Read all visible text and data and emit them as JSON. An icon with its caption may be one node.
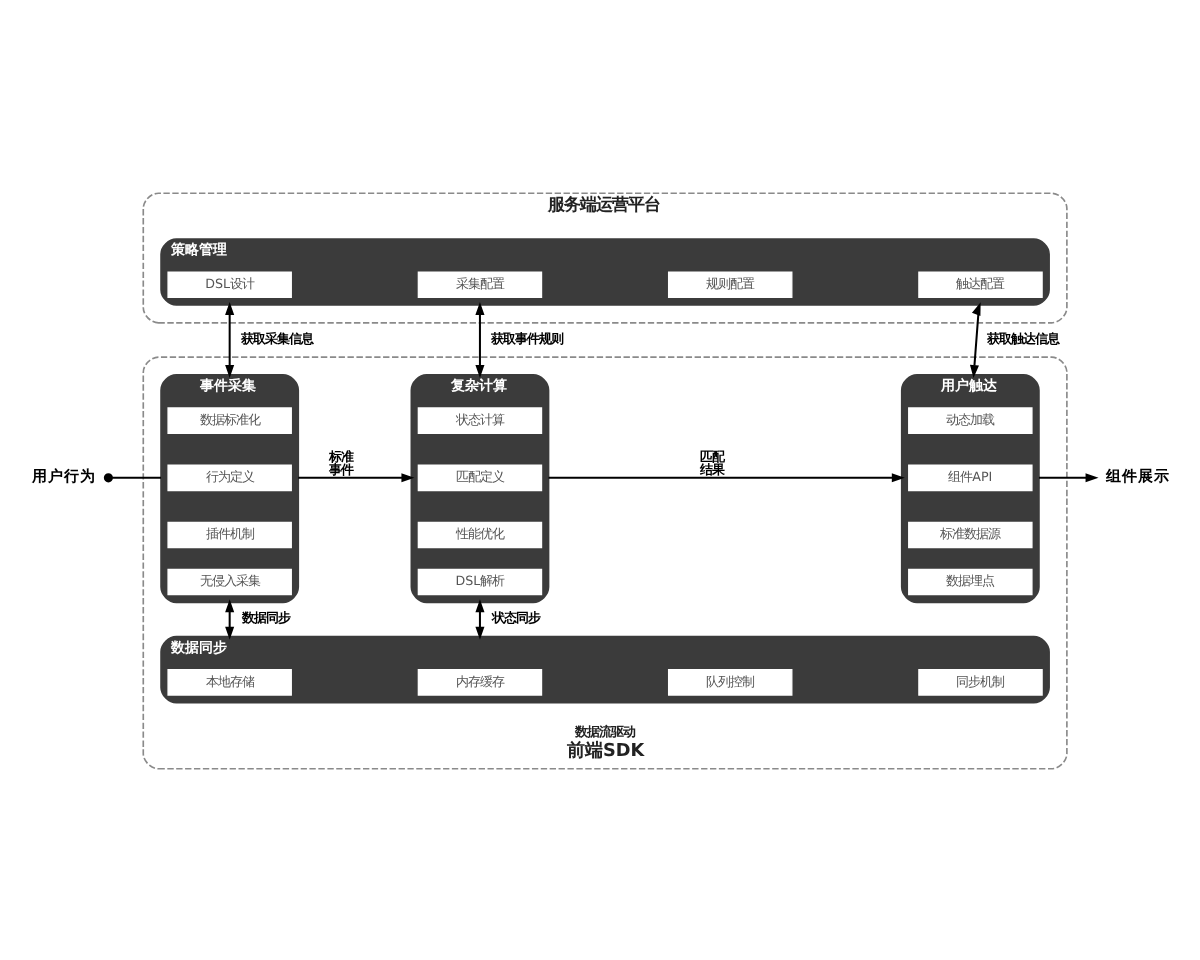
{
  "diagram": {
    "nodes": [
      {
        "text": [
          "服务端运营平台"
        ]
      },
      {
        "text": [
          "策略管理"
        ],
        "in": 0
      },
      {
        "text": [
          "DSL设计"
        ],
        "in": 1
      },
      {
        "text": [
          "采集配置"
        ],
        "in": 1
      },
      {
        "text": [
          "规则配置"
        ],
        "in": 1
      },
      {
        "text": [
          "触达配置"
        ],
        "in": 1
      },
      {
        "text": [
          "数据流驱动",
          "前端SDK"
        ]
      },
      {
        "text": [
          "事件采集"
        ],
        "in": 6
      },
      {
        "text": [
          "数据标准化"
        ],
        "in": 7
      },
      {
        "text": [
          "行为定义"
        ],
        "in": 7
      },
      {
        "text": [
          "插件机制"
        ],
        "in": 7
      },
      {
        "text": [
          "无侵入采集"
        ],
        "in": 7
      },
      {
        "text": [
          "复杂计算"
        ],
        "in": 6
      },
      {
        "text": [
          "状态计算"
        ],
        "in": 12
      },
      {
        "text": [
          "匹配定义"
        ],
        "in": 12
      },
      {
        "text": [
          "性能优化"
        ],
        "in": 12
      },
      {
        "text": [
          "DSL解析"
        ],
        "in": 12
      },
      {
        "text": [
          "用户触达"
        ],
        "in": 6
      },
      {
        "text": [
          "动态加载"
        ],
        "in": 17
      },
      {
        "text": [
          "组件API"
        ],
        "in": 17
      },
      {
        "text": [
          "标准数据源"
        ],
        "in": 17
      },
      {
        "text": [
          "数据埋点"
        ],
        "in": 17
      },
      {
        "text": [
          "数据同步"
        ],
        "in": 6
      },
      {
        "text": [
          "本地存储"
        ],
        "in": 22
      },
      {
        "text": [
          "内存缓存"
        ],
        "in": 22
      },
      {
        "text": [
          "队列控制"
        ],
        "in": 22
      },
      {
        "text": [
          "同步机制"
        ],
        "in": 22
      },
      {
        "text": [
          "用户行为"
        ]
      },
      {
        "text": [
          "组件展示"
        ]
      }
    ],
    "edges": [
      {
        "from": 1,
        "to": 7,
        "arrow": "both",
        "label": "获取采集信息"
      },
      {
        "from": 1,
        "to": 12,
        "arrow": "both",
        "label": "获取事件规则"
      },
      {
        "from": 1,
        "to": 17,
        "arrow": "both",
        "label": "获取触达信息"
      },
      {
        "from": 27,
        "to": 7,
        "arrow": "other"
      },
      {
        "from": 7,
        "to": 12,
        "arrow": "to",
        "label": "标准事件"
      },
      {
        "from": 12,
        "to": 17,
        "arrow": "to",
        "label": "匹配结果"
      },
      {
        "from": 17,
        "to": 28,
        "arrow": "to"
      },
      {
        "from": 7,
        "to": 22,
        "arrow": "both",
        "label": "数据同步"
      },
      {
        "from": 12,
        "to": 22,
        "arrow": "both",
        "label": "状态同步"
      }
    ]
  }
}
